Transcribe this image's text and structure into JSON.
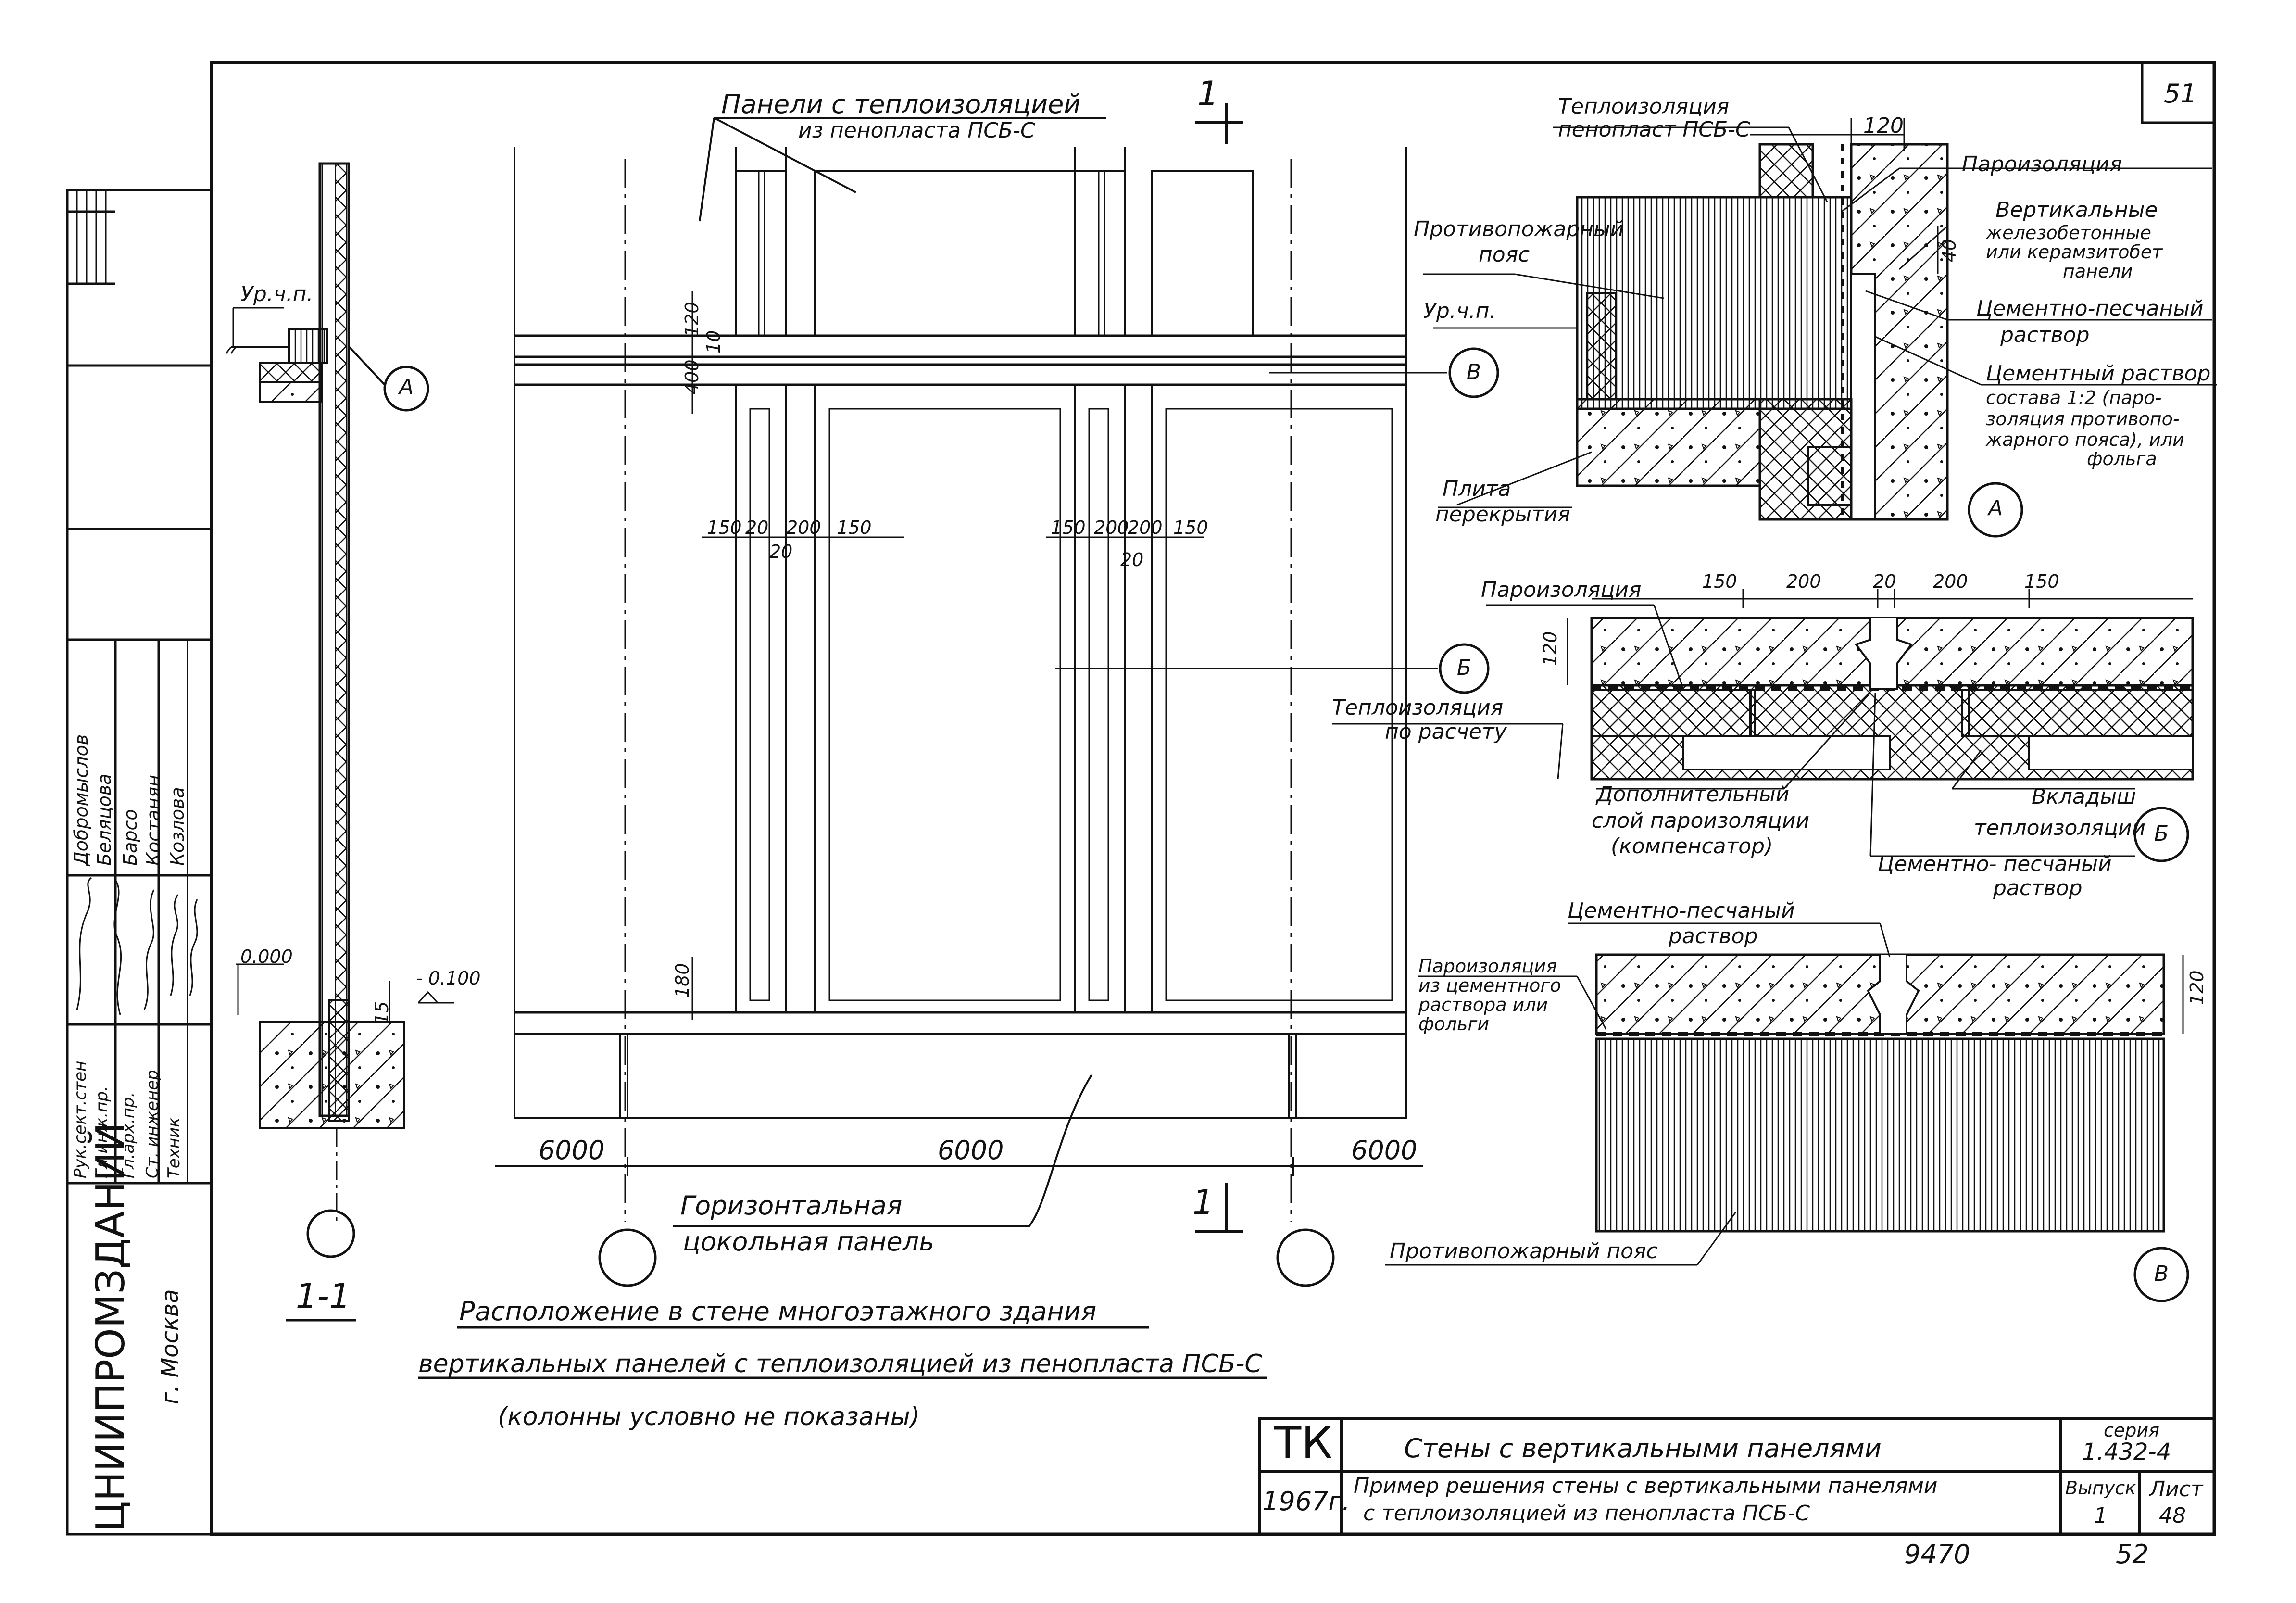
{
  "sheet": {
    "page_number": "51",
    "inventory_number": "9470",
    "page_number_bottom": "52"
  },
  "title_block": {
    "org": "ТК",
    "year": "1967г.",
    "title": "Стены с вертикальными панелями",
    "subtitle_line1": "Пример решения стены с вертикальными панелями",
    "subtitle_line2": "с теплоизоляцией из пенопласта ПСБ-С",
    "series_label": "серия",
    "series_value": "1.432-4",
    "issue_label": "Выпуск",
    "issue_value": "1",
    "sheet_label": "Лист",
    "sheet_value": "48"
  },
  "side_stamp": {
    "institute": "ЦНИИПРОМЗДАНИЙ",
    "city": "г. Москва",
    "roles": [
      "Рук.сект.стен",
      "Гл.инж.пр.",
      "Гл.арх.пр.",
      "Ст. инженер",
      "Техник"
    ],
    "names": [
      "Добромыслов",
      "Беляцова",
      "Барсо",
      "Костанян",
      "Козлова"
    ]
  },
  "section_1_1": {
    "label": "1-1",
    "level_floor": "Ур.ч.п.",
    "callout": "А",
    "level_zero": "0.000",
    "level_minus": "- 0.100",
    "dim_15": "15"
  },
  "elevation": {
    "panels_label_line1": "Панели с теплоизоляцией",
    "panels_label_line2": "из пенопласта ПСБ-С",
    "cut_mark_top": "1",
    "cut_mark_bottom": "1",
    "callout_v": "В",
    "callout_b": "Б",
    "dims_left": [
      "150",
      "20",
      "200",
      "150"
    ],
    "dim_left_sub": "20",
    "dims_right": [
      "150",
      "200",
      "200",
      "150"
    ],
    "dim_right_sub": "20",
    "dim_vert_top": "120",
    "dim_vert_10": "10",
    "dim_vert_400": "400",
    "dim_vert_bottom": "180",
    "spans": [
      "6000",
      "6000",
      "6000"
    ],
    "base_panel_line1": "Горизонтальная",
    "base_panel_line2": "цокольная панель",
    "caption_line1": "Расположение в стене многоэтажного здания",
    "caption_line2": "вертикальных панелей с теплоизоляцией из пенопласта ПСБ-С",
    "caption_line3": "(колонны условно не показаны)"
  },
  "detail_a": {
    "callout": "А",
    "dim_top": "120",
    "dim_side": "40",
    "level": "Ур.ч.п.",
    "labels": {
      "insulation_1": "Теплоизоляция",
      "insulation_2": "пенопласт ПСБ-С",
      "vapor": "Пароизоляция",
      "vertical_1": "Вертикальные",
      "vertical_2": "железобетонные",
      "vertical_3": "или керамзитобет",
      "vertical_4": "панели",
      "fire_1": "Противопожарный",
      "fire_2": "пояс",
      "mortar_1": "Цементно-песчаный",
      "mortar_2": "раствор",
      "cement_1": "Цементный раствор",
      "cement_2": "состава 1:2 (паро-",
      "cement_3": "золяция противопо-",
      "cement_4": "жарного пояса), или",
      "cement_5": "фольга",
      "slab_1": "Плита",
      "slab_2": "перекрытия"
    }
  },
  "detail_b": {
    "callout": "Б",
    "dims": [
      "150",
      "200",
      "20",
      "200",
      "150"
    ],
    "dim_side": "120",
    "labels": {
      "vapor": "Пароизоляция",
      "insul_1": "Теплоизоляция",
      "insul_2": "по расчету",
      "extra_1": "Дополнительный",
      "extra_2": "слой пароизоляции",
      "extra_3": "(компенсатор)",
      "insert_1": "Вкладыш",
      "insert_2": "теплоизоляции",
      "mortar_1": "Цементно- песчаный",
      "mortar_2": "раствор"
    }
  },
  "detail_v": {
    "callout": "В",
    "dim_side": "120",
    "labels": {
      "mortar_1": "Цементно-песчаный",
      "mortar_2": "раствор",
      "vapor_1": "Пароизоляция",
      "vapor_2": "из цементного",
      "vapor_3": "раствора или",
      "vapor_4": "фольги",
      "fire": "Противопожарный пояс"
    }
  },
  "colors": {
    "ink": "#111111",
    "paper": "#ffffff"
  }
}
